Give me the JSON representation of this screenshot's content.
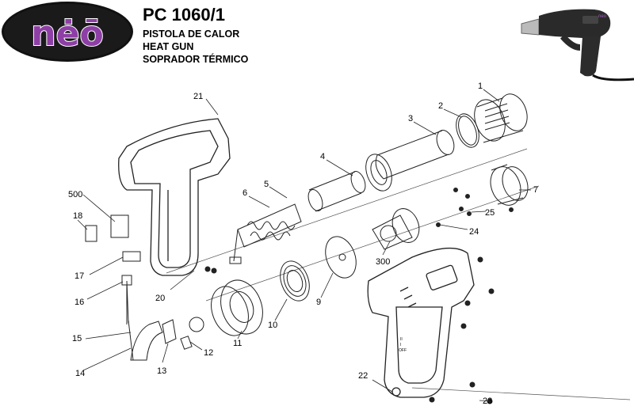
{
  "header": {
    "brand": "nėō",
    "model": "PC 1060/1",
    "titles": [
      "PISTOLA DE CALOR",
      "HEAT GUN",
      "SOPRADOR TÉRMICO"
    ]
  },
  "colors": {
    "brand_purple": "#7b2d8e",
    "logo_dark": "#1a1a1a",
    "line": "#222222"
  },
  "part_labels": [
    "1",
    "2",
    "3",
    "4",
    "5",
    "6",
    "7",
    "9",
    "10",
    "11",
    "12",
    "13",
    "14",
    "15",
    "16",
    "17",
    "18",
    "20",
    "21",
    "22",
    "23",
    "24",
    "25",
    "300",
    "500"
  ],
  "switch_marks": [
    "II",
    "I",
    "OFF"
  ]
}
